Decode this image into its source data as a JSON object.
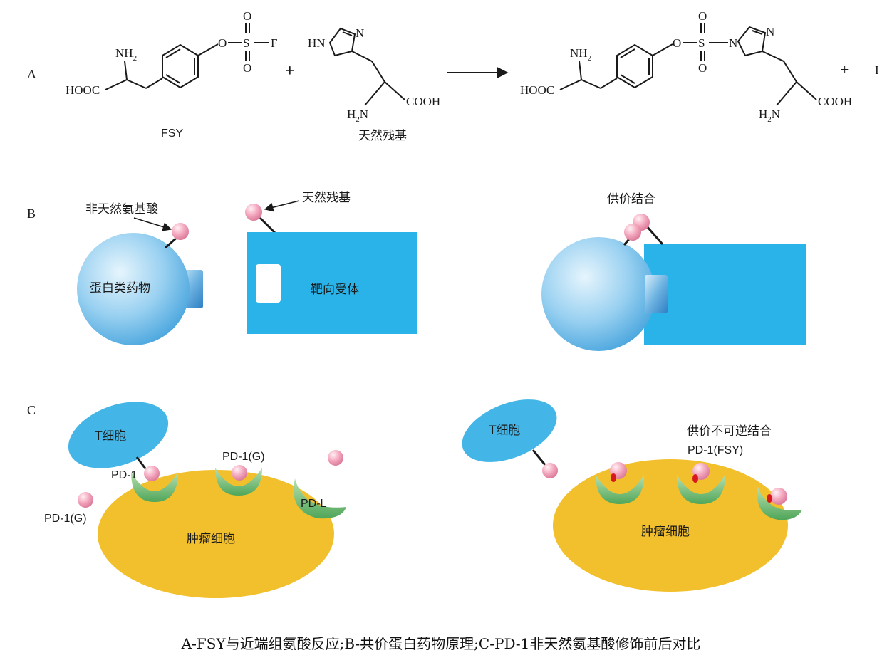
{
  "panel_a": {
    "label": "A",
    "plus": "+",
    "fsy_name": "FSY",
    "natural_residue": "天然残基",
    "trailing_fragment": "I",
    "atoms": {
      "nh2": "NH",
      "nh2_sub": "2",
      "h2n": "H",
      "h2n_sub": "2",
      "n": "N",
      "hooc": "HOOC",
      "cooh": "COOH",
      "hn": "HN",
      "o": "O",
      "s": "S",
      "f": "F"
    }
  },
  "panel_b": {
    "label": "B",
    "unnatural_amino_acid": "非天然氨基酸",
    "natural_residue": "天然残基",
    "protein_drug": "蛋白类药物",
    "target_receptor": "靶向受体",
    "covalent_binding": "供价结合"
  },
  "panel_c": {
    "label": "C",
    "t_cell": "T细胞",
    "pd1": "PD-1",
    "pd1_g": "PD-1(G)",
    "pdl": "PD-L",
    "tumor_cell": "肿瘤细胞",
    "irreversible": "供价不可逆结合",
    "pd1_fsy": "PD-1(FSY)"
  },
  "caption": "A-FSY与近端组氨酸反应;B-共价蛋白药物原理;C-PD-1非天然氨基酸修饰前后对比",
  "colors": {
    "protein_blue": "#7cc2ec",
    "receptor_blue": "#29b3e8",
    "tcell_blue": "#43b5e6",
    "tumor_yellow": "#f2c02c",
    "pd1_green": "#6cbf6c",
    "bead_pink": "#f3a6bd",
    "bond_red": "#d8181c"
  }
}
